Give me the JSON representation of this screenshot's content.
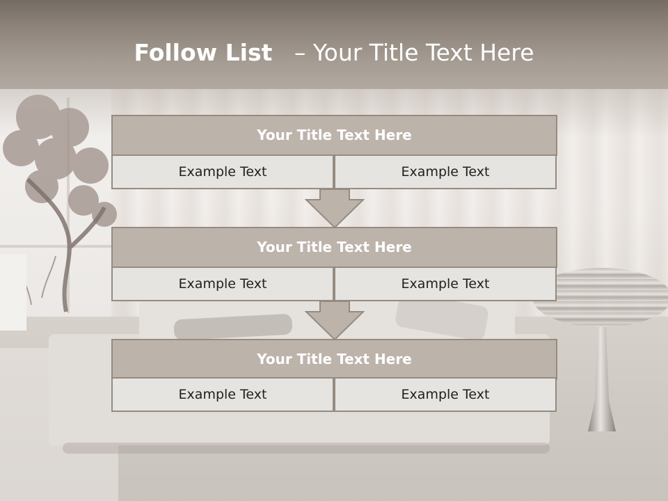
{
  "slide": {
    "title_bold": "Follow List",
    "title_rest": "– Your Title Text Here"
  },
  "blocks": [
    {
      "title": "Your Title Text Here",
      "left_text": "Example Text",
      "right_text": "Example Text"
    },
    {
      "title": "Your Title Text Here",
      "left_text": "Example Text",
      "right_text": "Example Text"
    },
    {
      "title": "Your Title Text Here",
      "left_text": "Example Text",
      "right_text": "Example Text"
    }
  ],
  "colors": {
    "header": "#8d837a",
    "block_title_fill": "#bcb3aa",
    "block_border": "#958b81",
    "cell_fill": "#e6e4e0",
    "arrow_fill": "#bcb3aa"
  }
}
